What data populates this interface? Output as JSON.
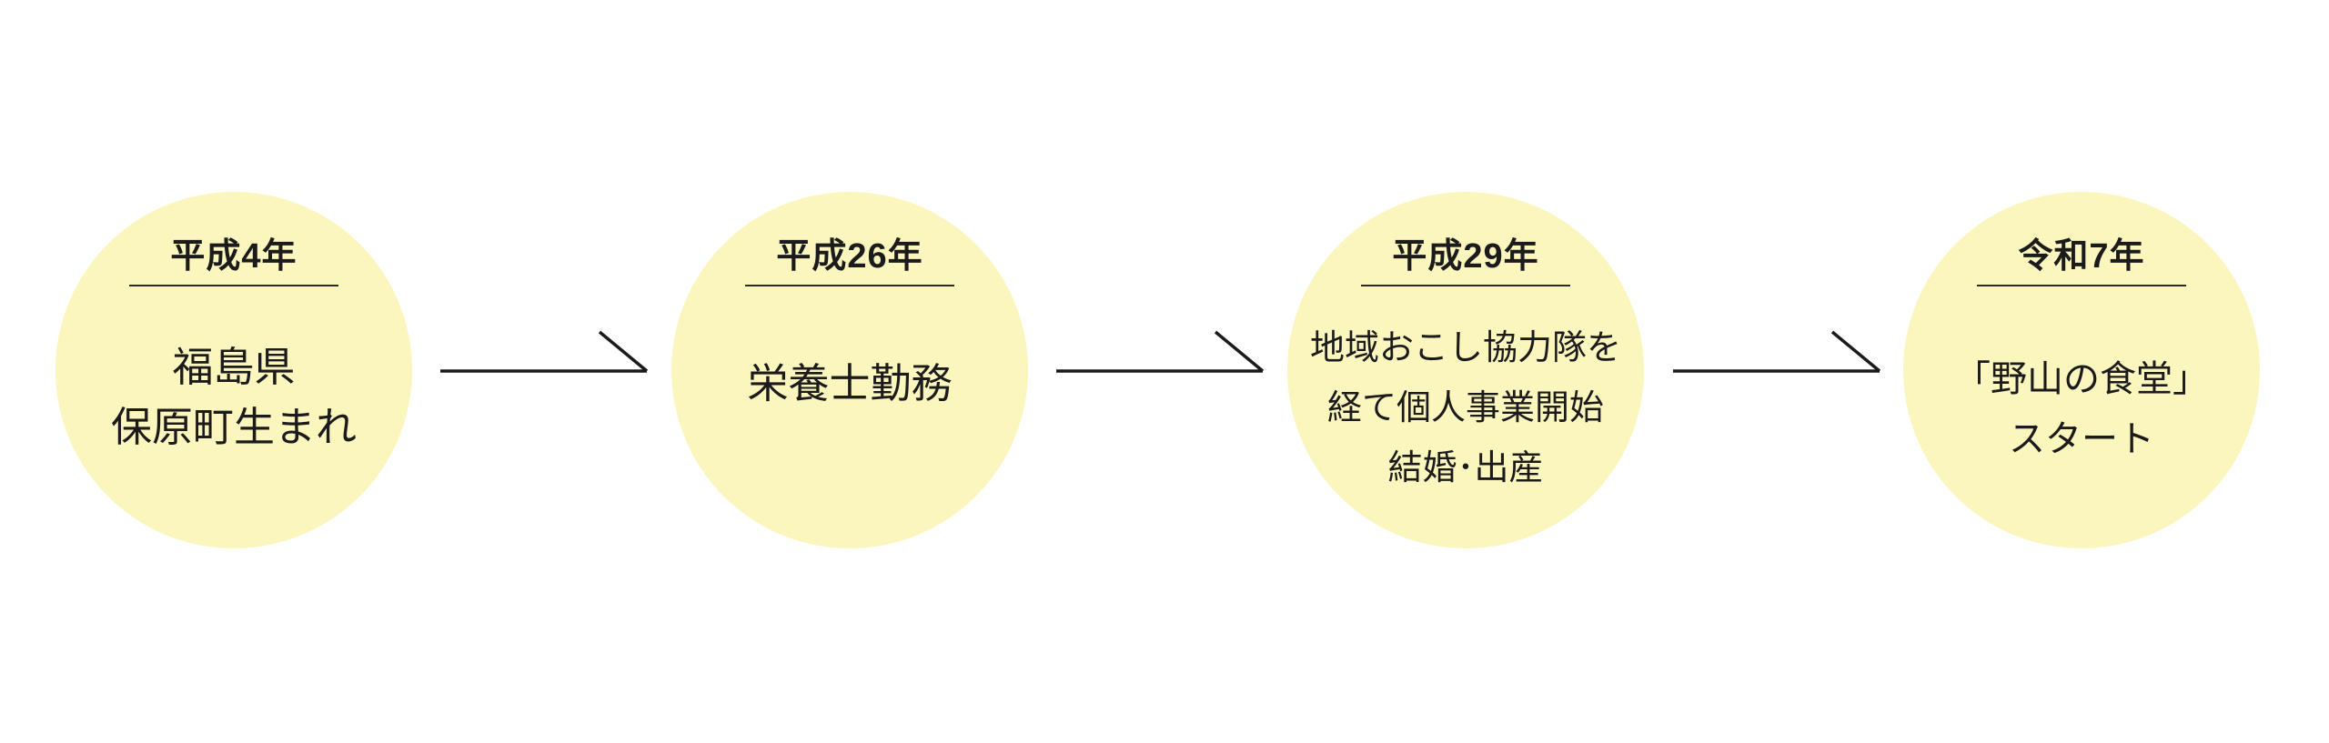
{
  "colors": {
    "background": "#ffffff",
    "circle_fill": "#fbf6bd",
    "text": "#1b1b1b",
    "line": "#1b1b1b",
    "underline": "#2a2a2a"
  },
  "timeline": {
    "steps": [
      {
        "year": "平成4年",
        "lines": [
          "福島県",
          "保原町生まれ"
        ]
      },
      {
        "year": "平成26年",
        "lines": [
          "栄養士勤務"
        ]
      },
      {
        "year": "平成29年",
        "lines": [
          "地域おこし協力隊を",
          "経て個人事業開始",
          "結婚･出産"
        ]
      },
      {
        "year": "令和7年",
        "lines": [
          "「野山の食堂」",
          "スタート"
        ]
      }
    ]
  }
}
